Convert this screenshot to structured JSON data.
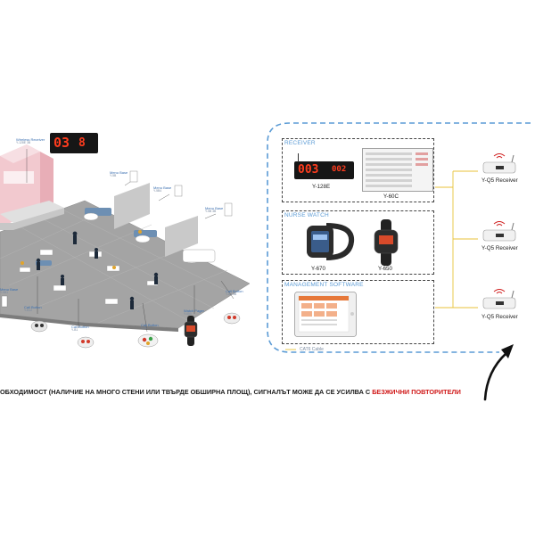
{
  "restaurant": {
    "labels": {
      "wireless_receiver": {
        "title": "Wireless Receiver",
        "model": "Y-128E 3B"
      },
      "menu_base_1": {
        "title": "Menu Base",
        "model": "Y-5B"
      },
      "menu_base_2": {
        "title": "Menu Base",
        "model": "Y-5B4"
      },
      "menu_base_3": {
        "title": "Menu Base",
        "model": "Y-5B 3B"
      },
      "menu_base_4": {
        "title": "Menu Base",
        "model": "Y-5B1"
      },
      "call_button_1": {
        "title": "Call Button",
        "model": "Y-B12"
      },
      "call_button_2": {
        "title": "Call Button",
        "model": "Y-B1"
      },
      "call_button_3": {
        "title": "Call Button",
        "model": "Y-C6"
      },
      "watch_pager": {
        "title": "Watch Pager",
        "model": "Y-650"
      },
      "call_button_4": {
        "title": "Call Button",
        "model": "Y-B1 3B"
      }
    },
    "display_digits": "03",
    "display_digits_2": "8"
  },
  "system": {
    "sections": {
      "receiver": "RECEIVER",
      "nurse_watch": "NURSE WATCH",
      "management_software": "MANAGEMENT SOFTWARE"
    },
    "devices": {
      "y128e": {
        "label": "Y-128E",
        "digits_a": "003",
        "digits_b": "002"
      },
      "y60c": {
        "label": "Y-60C"
      },
      "y670": {
        "label": "Y-670"
      },
      "y650": {
        "label": "Y-650"
      }
    },
    "cable_label": "CAT6 Cable",
    "receivers": [
      {
        "label": "Y-Q5 Receiver"
      },
      {
        "label": "Y-Q5 Receiver"
      },
      {
        "label": "Y-Q5 Receiver"
      }
    ]
  },
  "caption": {
    "main": "ОБХОДИМОСТ (НАЛИЧИЕ НА МНОГО СТЕНИ ИЛИ ТВЪРДЕ ОБШИРНА ПЛОЩ), СИГНАЛЪТ МОЖЕ ДА СЕ УСИЛВА С ",
    "highlight": "БЕЗЖИЧНИ ПОВТОРИТЕЛИ"
  },
  "colors": {
    "accent_blue": "#5b9bd5",
    "highlight_red": "#d01818",
    "cable_yellow": "#e8c23a",
    "floor_gray": "#9a9a9a"
  }
}
